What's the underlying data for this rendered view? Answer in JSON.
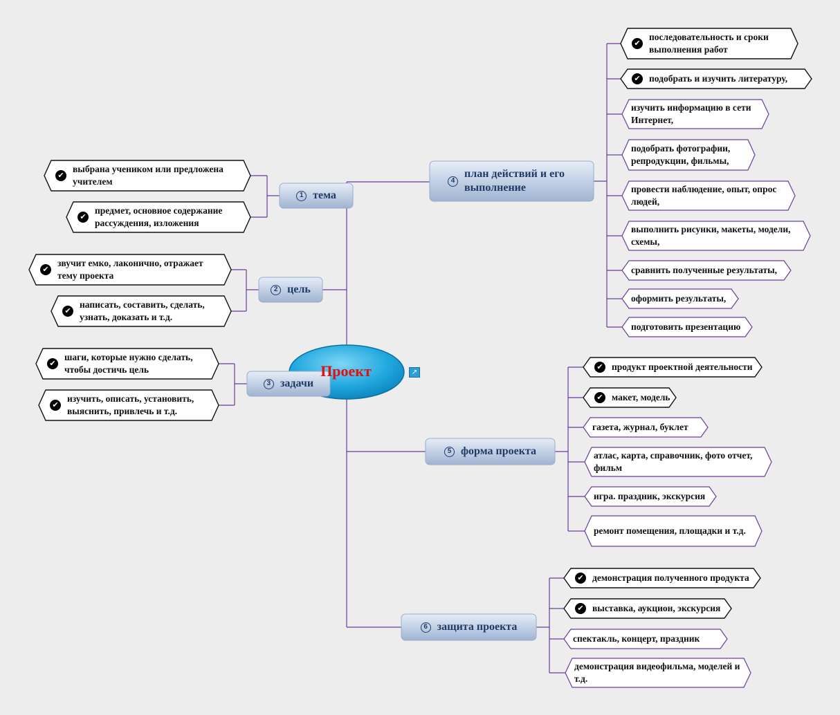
{
  "central": {
    "label": "Проект"
  },
  "branches": [
    {
      "number": "1",
      "label": "тема",
      "items": [
        {
          "text": "выбрана учеником или предложена учителем",
          "checked": true
        },
        {
          "text": "предмет, основное содержание рассуждения, изложения",
          "checked": true
        }
      ]
    },
    {
      "number": "2",
      "label": "цель",
      "items": [
        {
          "text": "звучит емко, лаконично, отражает тему проекта",
          "checked": true
        },
        {
          "text": "написать, составить, сделать, узнать, доказать и т.д.",
          "checked": true
        }
      ]
    },
    {
      "number": "3",
      "label": "задачи",
      "items": [
        {
          "text": "шаги, которые нужно сделать, чтобы достичь цель",
          "checked": true
        },
        {
          "text": "изучить, описать, установить, выяснить, привлечь и т.д.",
          "checked": true
        }
      ]
    },
    {
      "number": "4",
      "label": "план действий и его выполнение",
      "items": [
        {
          "text": "последовательность и сроки выполнения работ",
          "checked": true
        },
        {
          "text": "подобрать и изучить литературу,",
          "checked": true
        },
        {
          "text": "изучить информацию в сети Интернет,",
          "checked": false
        },
        {
          "text": "подобрать фотографии, репродукции, фильмы,",
          "checked": false
        },
        {
          "text": "провести наблюдение, опыт, опрос людей,",
          "checked": false
        },
        {
          "text": "выполнить рисунки, макеты, модели, схемы,",
          "checked": false
        },
        {
          "text": "сравнить полученные результаты,",
          "checked": false
        },
        {
          "text": "оформить результаты,",
          "checked": false
        },
        {
          "text": "подготовить презентацию",
          "checked": false
        }
      ]
    },
    {
      "number": "5",
      "label": "форма проекта",
      "items": [
        {
          "text": "продукт проектной деятельности",
          "checked": true
        },
        {
          "text": "макет, модель",
          "checked": true
        },
        {
          "text": "газета, журнал, буклет",
          "checked": false
        },
        {
          "text": "атлас, карта, справочник, фото отчет, фильм",
          "checked": false
        },
        {
          "text": "игра. праздник, экскурсия",
          "checked": false
        },
        {
          "text": "ремонт помещения, площадки и т.д.",
          "checked": false
        }
      ]
    },
    {
      "number": "6",
      "label": "защита проекта",
      "items": [
        {
          "text": "демонстрация полученного продукта",
          "checked": true
        },
        {
          "text": "выставка, аукцион, экскурсия",
          "checked": true
        },
        {
          "text": "спектакль, концерт, праздник",
          "checked": false
        },
        {
          "text": "демонстрация видеофильма, моделей и т.д.",
          "checked": false
        }
      ]
    }
  ],
  "icons": {
    "check": "check-circle-icon",
    "topic-number": "circled-number-icon",
    "link": "link-icon"
  },
  "colors": {
    "connector": "#6a3d9a",
    "branch_fill": "#c5d3e8",
    "central_fill": "#1aa3dc",
    "central_text": "#dd1111",
    "branch_text": "#1f3a64"
  }
}
